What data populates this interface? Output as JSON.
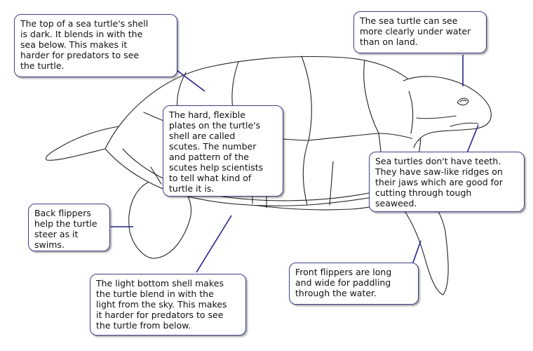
{
  "colors": {
    "outline": "#222222",
    "callout_border": "#3f3f8a",
    "leader_line": "#24248c"
  },
  "callouts": {
    "shell_top": "The top of a sea turtle's shell\nis dark.  It blends in with the\nsea below.  This makes it\nharder for predators to see\nthe turtle.",
    "vision": "The sea turtle can see\nmore clearly under water\nthan on land.",
    "scutes": "The hard, flexible\nplates on the turtle's\nshell are called\nscutes.  The number\nand pattern of the\nscutes help scientists\nto tell what kind of\nturtle it is.",
    "teeth": "Sea turtles don't have teeth.\nThey have saw-like ridges on\ntheir jaws which are good for\ncutting through tough\nseaweed.",
    "back_flippers": "Back flippers\nhelp the turtle\nsteer as it\nswims.",
    "bottom_shell": "The light bottom shell makes\nthe turtle blend in with the\nlight from the sky. This makes\nit harder for predators to see\nthe turtle from below.",
    "front_flippers": "Front flippers are long\nand wide for paddling\nthrough the water."
  }
}
